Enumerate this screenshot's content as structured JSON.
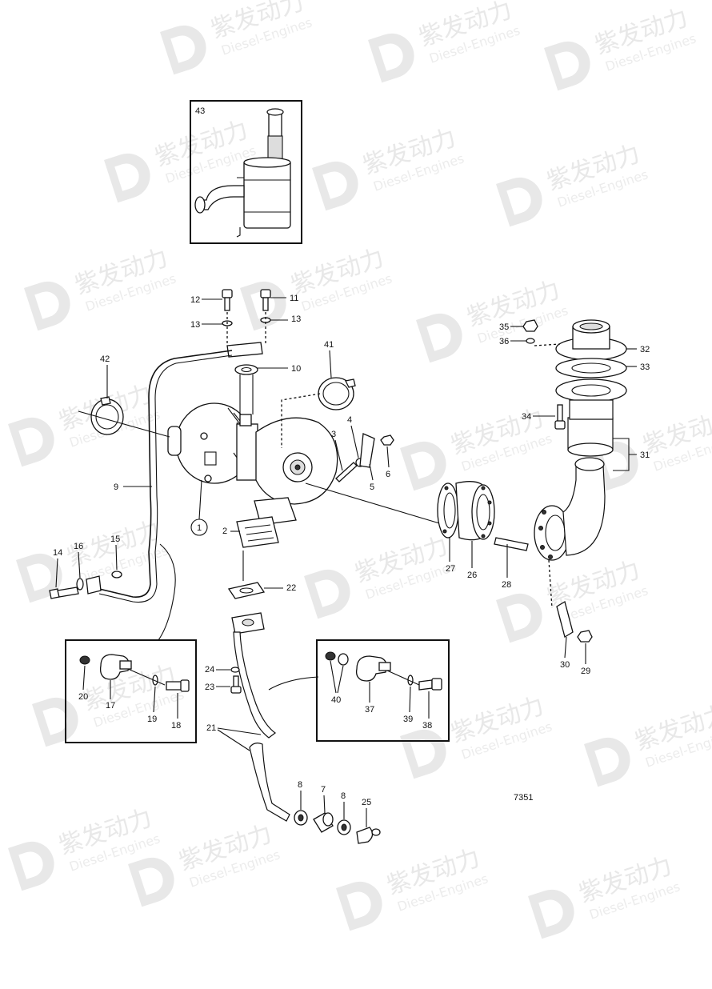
{
  "watermark": {
    "brand_cn": "紫发动力",
    "brand_en": "Diesel-Engines"
  },
  "diagram": {
    "figure_number": "7351",
    "inset_top_label": "43",
    "callouts": {
      "c1": "1",
      "c2": "2",
      "c3": "3",
      "c4": "4",
      "c5": "5",
      "c6": "6",
      "c7": "7",
      "c8a": "8",
      "c8b": "8",
      "c9": "9",
      "c10": "10",
      "c11": "11",
      "c12": "12",
      "c13a": "13",
      "c13b": "13",
      "c14": "14",
      "c15": "15",
      "c16": "16",
      "c17": "17",
      "c18": "18",
      "c19": "19",
      "c20": "20",
      "c21": "21",
      "c22": "22",
      "c23": "23",
      "c24": "24",
      "c25": "25",
      "c26": "26",
      "c27": "27",
      "c28": "28",
      "c29": "29",
      "c30": "30",
      "c31": "31",
      "c32": "32",
      "c33": "33",
      "c34": "34",
      "c35": "35",
      "c36": "36",
      "c37": "37",
      "c38": "38",
      "c39": "39",
      "c40": "40",
      "c41": "41",
      "c42": "42"
    }
  }
}
